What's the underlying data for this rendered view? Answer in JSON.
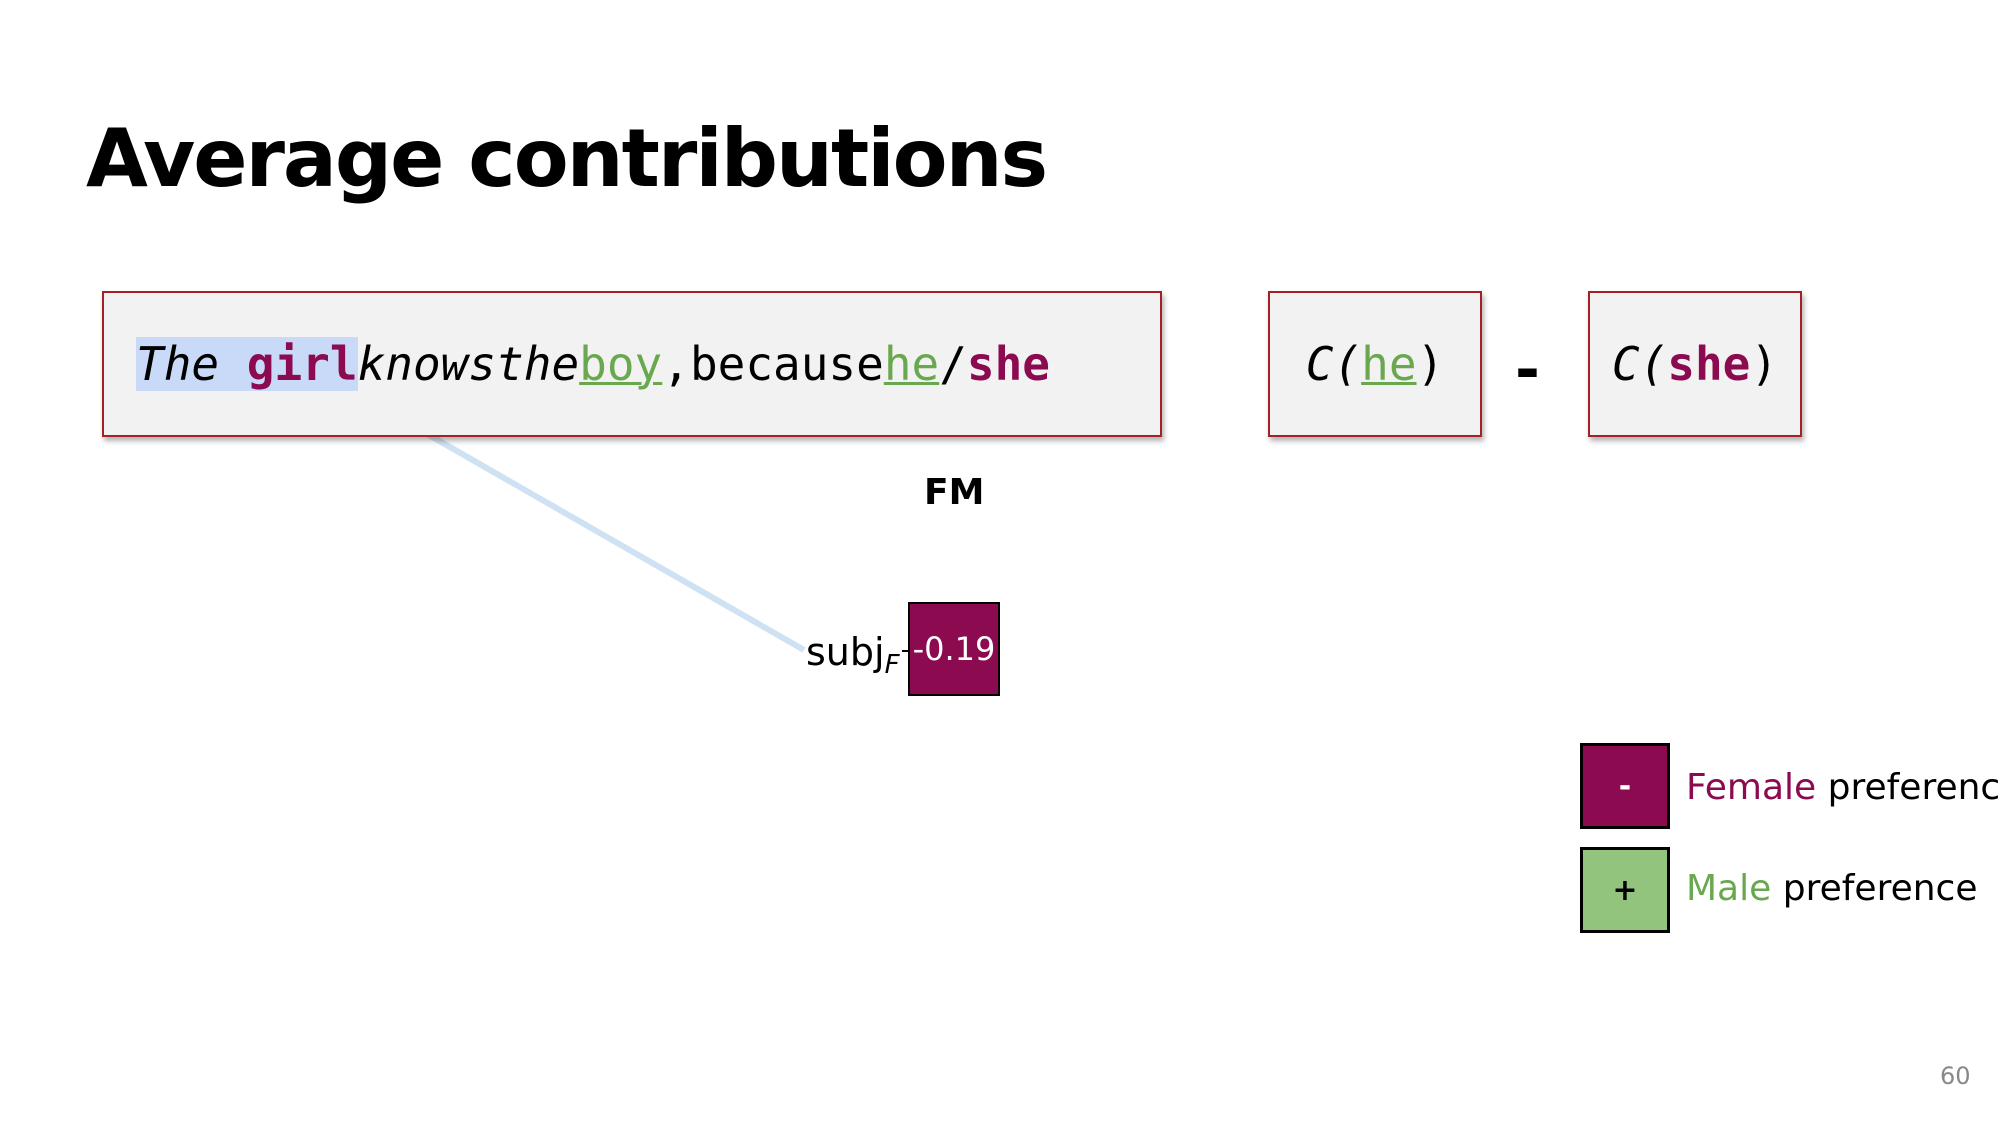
{
  "slide": {
    "title": "Average contributions",
    "page_number": "60"
  },
  "sentence": {
    "w_the": "The",
    "w_girl": "girl",
    "w_knows": "knows",
    "w_the2": "the",
    "w_boy": "boy",
    "w_comma": ",",
    "w_because": "because",
    "w_he": "he",
    "w_slash": "/",
    "w_she": "she"
  },
  "formula": {
    "c_he_prefix": "C(",
    "c_he_word": "he",
    "c_he_suffix": ")",
    "operator": "-",
    "c_she_prefix": "C(",
    "c_she_word": "she",
    "c_she_suffix": ")"
  },
  "contribution": {
    "column_label": "FM",
    "row_label_base": "subj",
    "row_label_sub": "F",
    "value": "-0.19",
    "cell_color": "#8b0a50"
  },
  "legend": {
    "female": {
      "symbol": "-",
      "colored_word": "Female",
      "rest": "preference",
      "color": "#8b0a50"
    },
    "male": {
      "symbol": "+",
      "colored_word": "Male",
      "rest": "preference",
      "color": "#6aa84f",
      "swatch_color": "#93c47d"
    }
  },
  "colors": {
    "border_red": "#a3222a",
    "highlight_blue": "#c9daf8",
    "connector_blue": "#cfe2f3"
  }
}
